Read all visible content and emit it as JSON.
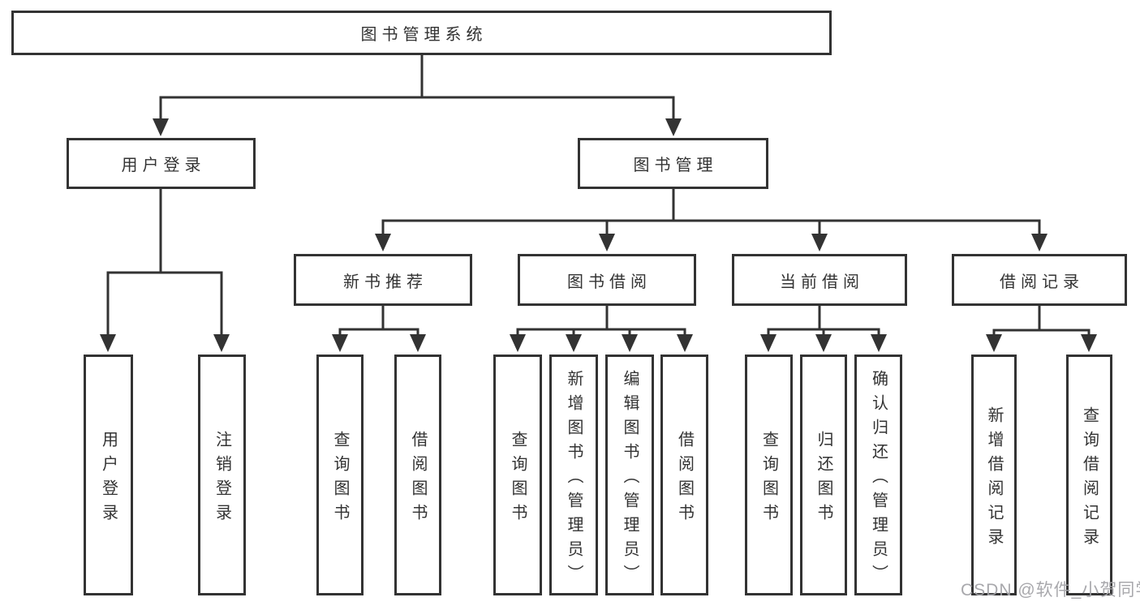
{
  "tree": {
    "root": {
      "label": "图书管理系统"
    },
    "branches": [
      {
        "label": "用户登录",
        "children": [
          {
            "label": "用户登录"
          },
          {
            "label": "注销登录"
          }
        ]
      },
      {
        "label": "图书管理",
        "groups": [
          {
            "label": "新书推荐",
            "children": [
              {
                "label": "查询图书"
              },
              {
                "label": "借阅图书"
              }
            ]
          },
          {
            "label": "图书借阅",
            "children": [
              {
                "label": "查询图书"
              },
              {
                "label": "新增图书（管理员）"
              },
              {
                "label": "编辑图书（管理员）"
              },
              {
                "label": "借阅图书"
              }
            ]
          },
          {
            "label": "当前借阅",
            "children": [
              {
                "label": "查询图书"
              },
              {
                "label": "归还图书"
              },
              {
                "label": "确认归还（管理员）"
              }
            ]
          },
          {
            "label": "借阅记录",
            "children": [
              {
                "label": "新增借阅记录"
              },
              {
                "label": "查询借阅记录"
              }
            ]
          }
        ]
      }
    ]
  },
  "watermark": {
    "text": "CSDN @软件_小贺同学"
  },
  "colors": {
    "line": "#333333",
    "text": "#333333",
    "box_background": "#ffffff",
    "watermark": "#a3a3a8",
    "page_background": "#ffffff"
  }
}
